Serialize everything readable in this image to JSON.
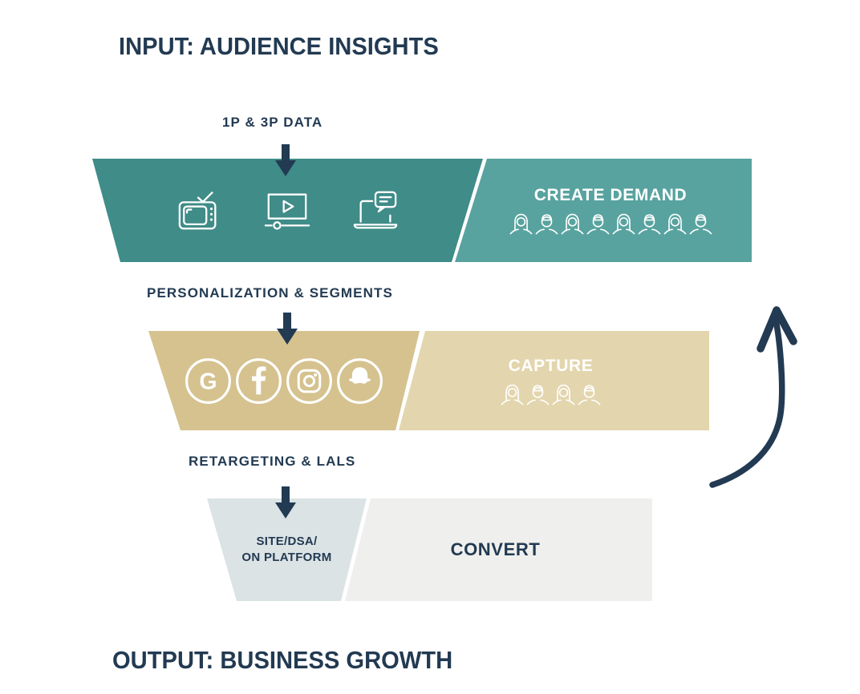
{
  "header": {
    "title": "INPUT: AUDIENCE INSIGHTS"
  },
  "footer": {
    "title": "OUTPUT: BUSINESS GROWTH"
  },
  "colors": {
    "navy": "#223A52",
    "teal-dark": "#3F8C88",
    "teal-light": "#58A39F",
    "tan-dark": "#D5C28F",
    "tan-light": "#E3D5AD",
    "slate-light": "#DCE3E5",
    "gray-light": "#EFEFED",
    "icon-white": "#FFFFFF"
  },
  "stages": [
    {
      "input_label": "1P & 3P DATA",
      "stage_name": "CREATE DEMAND",
      "channel_icons": [
        "tv-check-icon",
        "video-player-icon",
        "laptop-chat-icon"
      ],
      "audience_count": 8
    },
    {
      "input_label": "PERSONALIZATION & SEGMENTS",
      "stage_name": "CAPTURE",
      "channel_icons": [
        "google-icon",
        "facebook-icon",
        "instagram-icon",
        "snapchat-icon"
      ],
      "audience_count": 4
    },
    {
      "input_label": "RETARGETING & LALS",
      "stage_name": "CONVERT",
      "channel_text_line1": "SITE/DSA/",
      "channel_text_line2": "ON PLATFORM"
    }
  ],
  "icons": {
    "down_arrow": "down-arrow-icon",
    "feedback_arrow": "curved-up-arrow-icon",
    "audience_female": "person-female-icon",
    "audience_male": "person-male-icon"
  }
}
